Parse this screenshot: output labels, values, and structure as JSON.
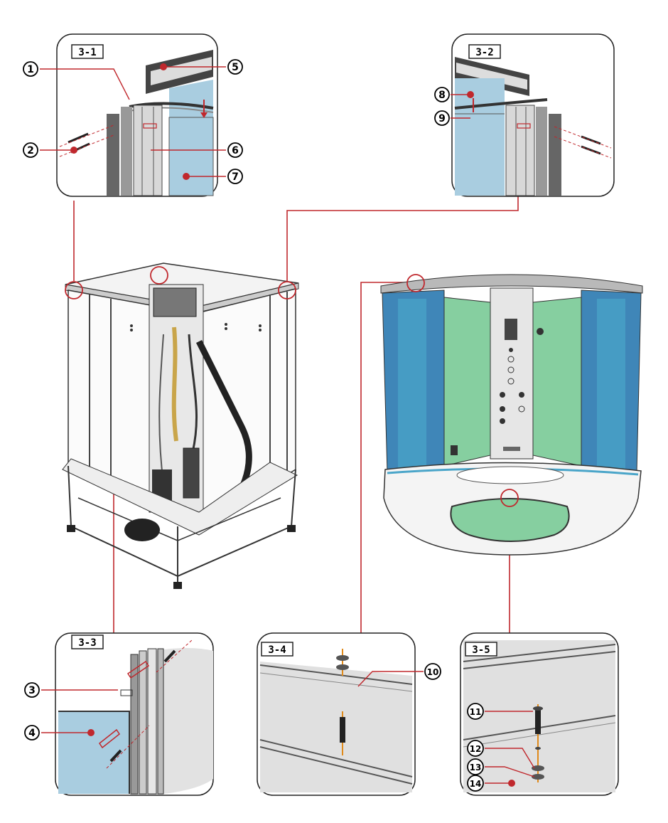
{
  "panels": {
    "p31": "3-1",
    "p32": "3-2",
    "p33": "3-3",
    "p34": "3-4",
    "p35": "3-5"
  },
  "callouts": [
    "1",
    "2",
    "3",
    "4",
    "5",
    "6",
    "7",
    "8",
    "9",
    "10",
    "11",
    "12",
    "13",
    "14"
  ],
  "colors": {
    "leader": "#c0282d",
    "glass_blue": "#a9cde0",
    "glass_green": "#86cfa0",
    "glass_dark_blue": "#3f86b8",
    "frame": "#5a5a5a",
    "panel_border": "#222222"
  }
}
